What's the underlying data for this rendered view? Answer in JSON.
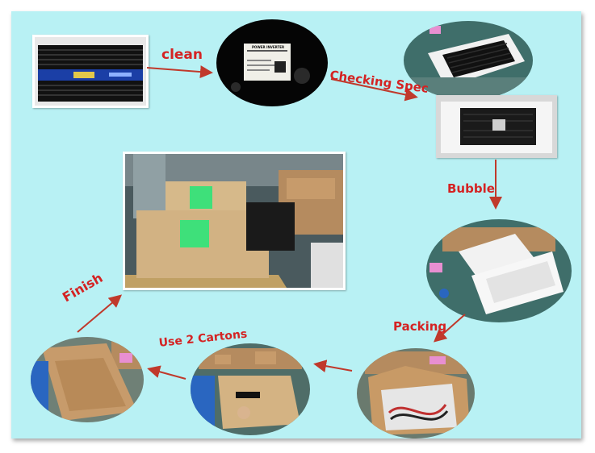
{
  "steps": {
    "clean": "clean",
    "checking_spec": "Checking Spec",
    "bubble": "Bubble",
    "packing": "Packing",
    "use_2_cartons": "Use 2 Cartons",
    "finish": "Finish"
  },
  "device_label": "POWER INVERTER",
  "colors": {
    "background": "#b8f1f4",
    "label_red": "#d42323",
    "arrow_red": "#c0392b"
  }
}
